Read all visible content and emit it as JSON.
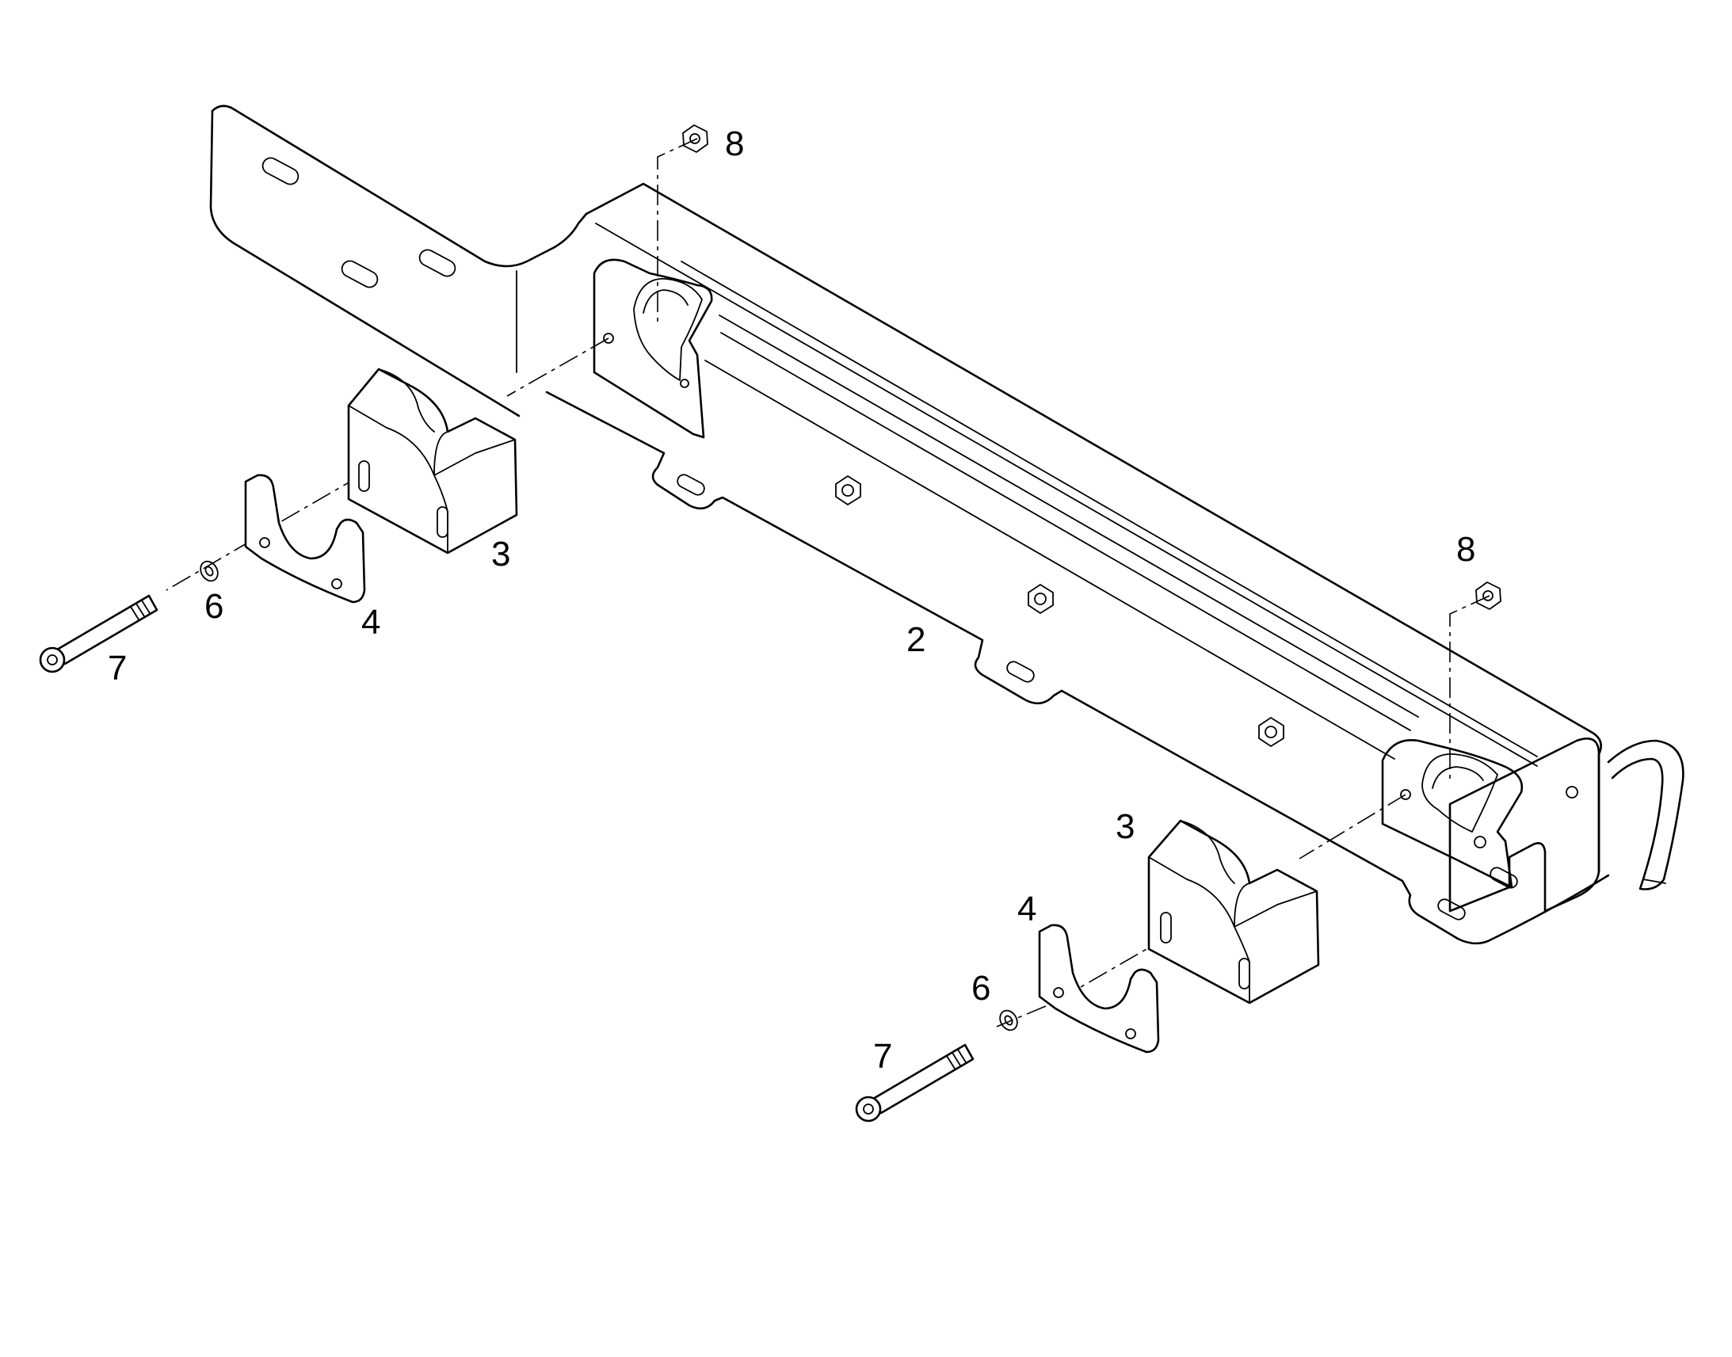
{
  "callouts": {
    "c8a": "8",
    "c8b": "8",
    "c3a": "3",
    "c3b": "3",
    "c4a": "4",
    "c4b": "4",
    "c6a": "6",
    "c6b": "6",
    "c7a": "7",
    "c7b": "7",
    "c2": "2"
  },
  "colors": {
    "line": "#000000",
    "background": "#ffffff"
  }
}
